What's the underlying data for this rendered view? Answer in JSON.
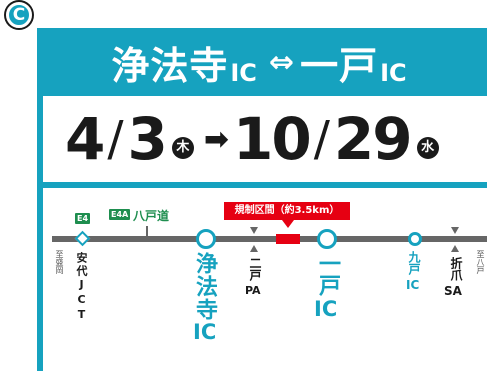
{
  "section_badge": "C",
  "title": {
    "from_name": "浄法寺",
    "from_suffix": "IC",
    "arrow": "⇔",
    "to_name": "一戸",
    "to_suffix": "IC"
  },
  "period": {
    "start_month": "4",
    "start_day": "3",
    "start_dow": "木",
    "arrow": "➡",
    "end_month": "10",
    "end_day": "29",
    "end_dow": "水",
    "slash": "/"
  },
  "route": {
    "left_edge_label": "至盛岡",
    "right_edge_label": "至八戸",
    "e4_badge": "E4",
    "e4a_badge": "E4A",
    "e4a_name": "八戸道",
    "closure_label": "規制区間（約3.5km）",
    "stops": [
      {
        "name_top": "安代JCT"
      },
      {
        "name_top": "浄法寺",
        "name_bottom": "IC"
      },
      {
        "name_top": "二戸",
        "name_bottom": "PA"
      },
      {
        "name_top": "一戸",
        "name_bottom": "IC"
      },
      {
        "name_top": "九戸",
        "name_bottom": "IC"
      },
      {
        "name_top": "折爪",
        "name_bottom": "SA"
      }
    ]
  },
  "colors": {
    "accent": "#16a2bf",
    "closure": "#e60012",
    "route_green": "#1e8e4f",
    "line_gray": "#666666",
    "text_dark": "#1a1a1a"
  }
}
